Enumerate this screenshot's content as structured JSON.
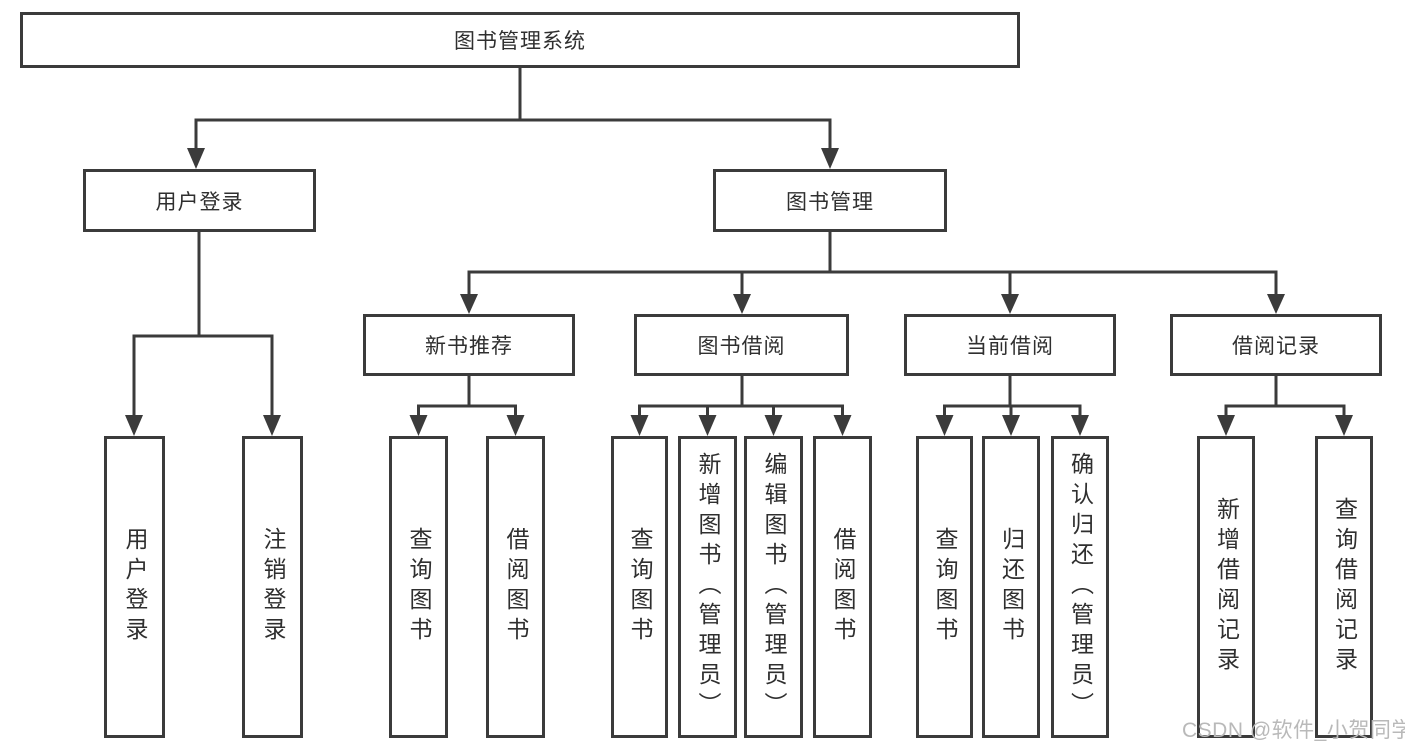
{
  "tree": {
    "root": {
      "label": "图书管理系统"
    },
    "branches": [
      {
        "label": "用户登录",
        "leaves": [
          {
            "label": "用户登录"
          },
          {
            "label": "注销登录"
          }
        ]
      },
      {
        "label": "图书管理",
        "groups": [
          {
            "label": "新书推荐",
            "leaves": [
              {
                "label": "查询图书"
              },
              {
                "label": "借阅图书"
              }
            ]
          },
          {
            "label": "图书借阅",
            "leaves": [
              {
                "label": "查询图书"
              },
              {
                "label": "新增图书（管理员）"
              },
              {
                "label": "编辑图书（管理员）"
              },
              {
                "label": "借阅图书"
              }
            ]
          },
          {
            "label": "当前借阅",
            "leaves": [
              {
                "label": "查询图书"
              },
              {
                "label": "归还图书"
              },
              {
                "label": "确认归还（管理员）"
              }
            ]
          },
          {
            "label": "借阅记录",
            "leaves": [
              {
                "label": "新增借阅记录"
              },
              {
                "label": "查询借阅记录"
              }
            ]
          }
        ]
      }
    ]
  },
  "watermark": "CSDN @软件_小贺同学",
  "colors": {
    "line": "#3b3b3b",
    "text": "#2f2f2f",
    "background": "#ffffff",
    "watermark": "#b9b9b9"
  }
}
